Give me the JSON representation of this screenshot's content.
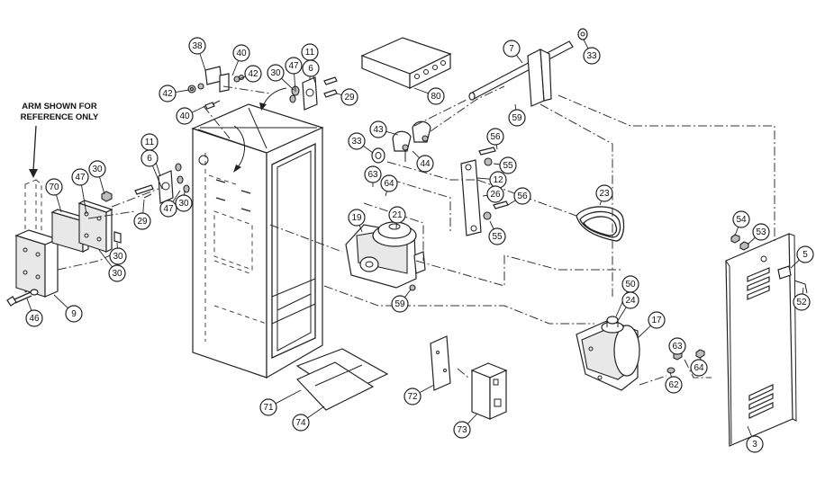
{
  "note": {
    "line1": "ARM SHOWN FOR",
    "line2": "REFERENCE ONLY"
  },
  "callouts": [
    "38",
    "40",
    "42",
    "42",
    "40",
    "30",
    "47",
    "11",
    "6",
    "29",
    "80",
    "7",
    "33",
    "59",
    "11",
    "6",
    "47",
    "30",
    "29",
    "47",
    "30",
    "70",
    "30",
    "9",
    "46",
    "30",
    "33",
    "43",
    "44",
    "63",
    "64",
    "19",
    "21",
    "59",
    "56",
    "55",
    "12",
    "26",
    "56",
    "55",
    "23",
    "50",
    "24",
    "17",
    "63",
    "64",
    "62",
    "54",
    "53",
    "5",
    "52",
    "3",
    "71",
    "74",
    "72",
    "73"
  ]
}
